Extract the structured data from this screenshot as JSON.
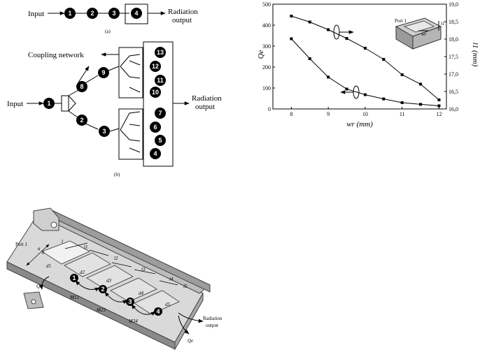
{
  "fig_a": {
    "input": "Input",
    "output_line1": "Radiation",
    "output_line2": "output",
    "caption": "(a)",
    "nodes": [
      "1",
      "2",
      "3",
      "4"
    ]
  },
  "fig_b": {
    "input": "Input",
    "coupling": "Coupling network",
    "output_line1": "Radiation",
    "output_line2": "output",
    "caption": "(b)",
    "nodes": [
      "1",
      "2",
      "3",
      "4",
      "5",
      "6",
      "7",
      "8",
      "9",
      "10",
      "11",
      "12",
      "13"
    ]
  },
  "fig_c": {
    "port": "Port 1",
    "output_line1": "Radiation",
    "output_line2": "output",
    "labels": [
      "a",
      "b",
      "d1",
      "d2",
      "d3",
      "d4",
      "d5",
      "l",
      "l1",
      "l2",
      "l3",
      "l4",
      "l5",
      "M12",
      "M23",
      "M34",
      "Qe",
      "Qe"
    ],
    "nodes": [
      "1",
      "2",
      "3",
      "4"
    ]
  },
  "chart_data": {
    "type": "line",
    "xlabel": "wr (mm)",
    "ylabel_left": "Qe",
    "ylabel_right": "l1 (mm)",
    "xlim": [
      7.5,
      12.2
    ],
    "ylim_left": [
      0,
      500
    ],
    "ylim_right": [
      16.0,
      19.0
    ],
    "xticks": [
      "8",
      "9",
      "10",
      "11",
      "12"
    ],
    "yticks_left": [
      "0",
      "100",
      "200",
      "300",
      "400",
      "500"
    ],
    "yticks_right": [
      "16,0",
      "16,5",
      "17,0",
      "17,5",
      "18,0",
      "18,5",
      "19,0"
    ],
    "inset_labels": [
      "Port 1",
      "l1",
      "wr"
    ],
    "series": [
      {
        "axis": "left",
        "x": [
          8,
          8.5,
          9,
          9.5,
          10,
          10.5,
          11,
          11.5,
          12
        ],
        "values": [
          335,
          240,
          152,
          95,
          68,
          48,
          30,
          22,
          15
        ]
      },
      {
        "axis": "right",
        "x": [
          8,
          8.5,
          9,
          9.5,
          10,
          10.5,
          11,
          11.5,
          12
        ],
        "values": [
          18.66,
          18.49,
          18.27,
          18.02,
          17.74,
          17.42,
          16.98,
          16.71,
          16.26
        ]
      }
    ]
  }
}
